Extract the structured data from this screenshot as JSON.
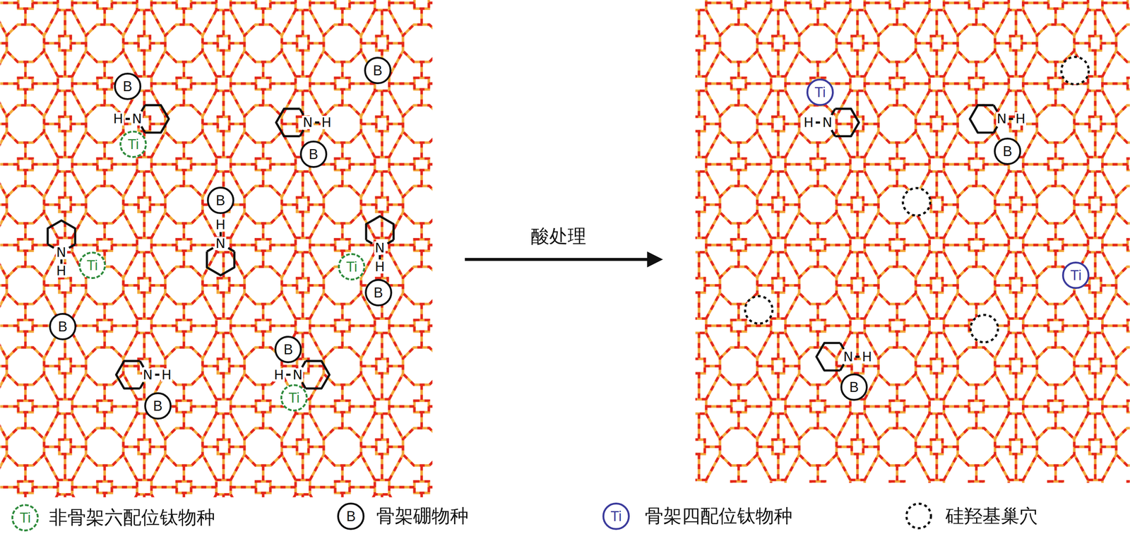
{
  "diagram": {
    "nodes": [
      {
        "text": [
          "B"
        ]
      },
      {
        "text": [
          "B"
        ]
      },
      {
        "text": [
          "Ti"
        ]
      },
      {
        "text": [
          "B"
        ]
      },
      {
        "text": [
          "B"
        ]
      },
      {
        "text": [
          "Ti"
        ]
      },
      {
        "text": [
          "Ti"
        ]
      },
      {
        "text": [
          "B"
        ]
      },
      {
        "text": [
          "B"
        ]
      },
      {
        "text": [
          "B"
        ]
      },
      {
        "text": [
          "Ti"
        ]
      },
      {
        "text": [
          "B"
        ]
      },
      {
        "text": [
          "Ti"
        ]
      },
      {
        "text": [
          "B"
        ]
      },
      {
        "text": [
          "Ti"
        ]
      },
      {
        "text": [
          "B"
        ]
      },
      {
        "text": [
          "Ti"
        ]
      },
      {
        "text": [
          "B"
        ]
      },
      {
        "text": [
          "Ti"
        ]
      }
    ],
    "labels": [
      "N",
      "H",
      "N",
      "H",
      "N",
      "H",
      "N",
      "H",
      "N",
      "H",
      "N",
      "H",
      "N",
      "H",
      "N",
      "H",
      "N",
      "H",
      "N",
      "H",
      "酸处理"
    ],
    "legend": [
      {
        "text": "非骨架六配位钛物种"
      },
      {
        "text": "骨架硼物种"
      },
      {
        "text": "骨架四配位钛物种"
      },
      {
        "text": "硅羟基巢穴"
      }
    ]
  }
}
